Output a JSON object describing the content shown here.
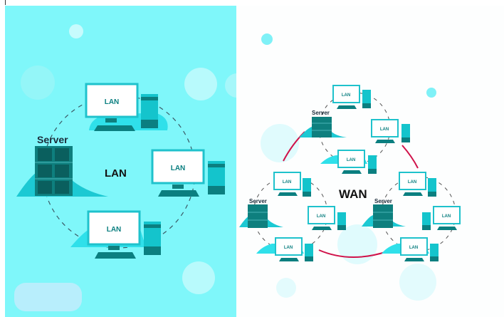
{
  "lan_diagram": {
    "title": "LAN",
    "server_label": "Server",
    "computers": [
      {
        "screen_label": "LAN"
      },
      {
        "screen_label": "LAN"
      },
      {
        "screen_label": "LAN"
      }
    ]
  },
  "wan_diagram": {
    "title": "WAN",
    "clusters": [
      {
        "server_label": "Server",
        "computers": [
          {
            "screen_label": "LAN"
          },
          {
            "screen_label": "LAN"
          },
          {
            "screen_label": "LAN"
          }
        ]
      },
      {
        "server_label": "Server",
        "computers": [
          {
            "screen_label": "LAN"
          },
          {
            "screen_label": "LAN"
          },
          {
            "screen_label": "LAN"
          }
        ]
      },
      {
        "server_label": "Server",
        "computers": [
          {
            "screen_label": "LAN"
          },
          {
            "screen_label": "LAN"
          },
          {
            "screen_label": "LAN"
          }
        ]
      }
    ]
  },
  "colors": {
    "lan_background": "#7ff7fa",
    "accent_cyan": "#20d3df",
    "teal_dark": "#0b7f80",
    "wan_link": "#d0124a",
    "text_dark": "#1b2b3a"
  }
}
